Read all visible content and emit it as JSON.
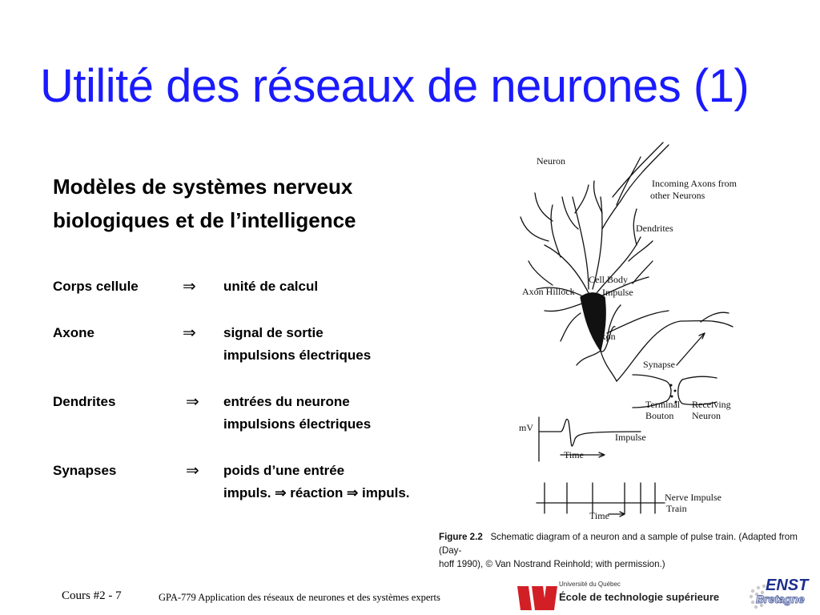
{
  "slide": {
    "title": "Utilité des réseaux de neurones (1)",
    "subtitle_line1": "Modèles de systèmes nerveux",
    "subtitle_line2": "biologiques et de l’intelligence",
    "arrow_glyph": "⇒",
    "items": [
      {
        "label": "Corps cellule",
        "lines": [
          "unité de calcul"
        ]
      },
      {
        "label": "Axone",
        "lines": [
          "signal de sortie",
          "impulsions électriques"
        ]
      },
      {
        "label": "Dendrites",
        "lines": [
          "entrées du neurone",
          "impulsions électriques"
        ]
      },
      {
        "label": "Synapses",
        "lines": [
          "poids d’une entrée",
          "impuls. ⇒ réaction ⇒ impuls."
        ]
      }
    ]
  },
  "figure": {
    "labels": {
      "neuron": "Neuron",
      "incoming1": "Incoming Axons from",
      "incoming2": "other Neurons",
      "dendrites": "Dendrites",
      "cell_body": "Cell Body",
      "impulse_top": "Impulse",
      "axon_hillock": "Axon Hillock",
      "axon": "Axon",
      "synapse": "Synapse",
      "terminal": "Terminal",
      "bouton": "Bouton",
      "receiving": "Receiving",
      "neuron2": "Neuron",
      "mv": "mV",
      "impulse": "Impulse",
      "time1": "Time",
      "nerve_impulse": "Nerve Impulse",
      "train": "Train",
      "time2": "Time"
    },
    "caption_label": "Figure 2.2",
    "caption_line1": "Schematic diagram of a neuron and a sample of pulse train. (Adapted from (Day-",
    "caption_line2": "hoff 1990), © Van Nostrand Reinhold; with permission.)"
  },
  "footer": {
    "course": "Cours #2 - 7",
    "description": "GPA-779  Application des réseaux de neurones et des systèmes experts",
    "ets_small": "Université du Québec",
    "ets_big": "École de technologie supérieure",
    "enst_line1": "ENST",
    "enst_line2": "Bretagne"
  },
  "colors": {
    "title": "#1a1aff",
    "ets_red": "#d21f26",
    "enst_blue": "#1c2f8f"
  }
}
